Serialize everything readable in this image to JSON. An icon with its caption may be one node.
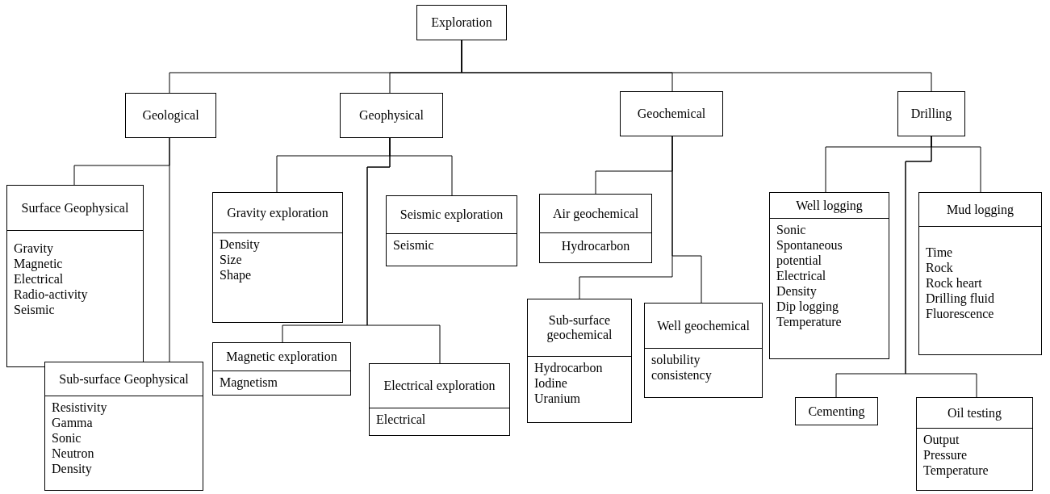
{
  "diagram": {
    "nodes": [
      {
        "text": [
          "Exploration"
        ]
      },
      {
        "text": [
          "Geological"
        ]
      },
      {
        "text": [
          "Geophysical"
        ]
      },
      {
        "text": [
          "Geochemical"
        ]
      },
      {
        "text": [
          "Drilling"
        ]
      },
      {
        "text": [
          "Surface Geophysical",
          "Gravity",
          "Magnetic",
          "Electrical",
          "Radio-activity",
          "Seismic"
        ]
      },
      {
        "text": [
          "Sub-surface Geophysical",
          "Resistivity",
          "Gamma",
          "Sonic",
          "Neutron",
          "Density"
        ]
      },
      {
        "text": [
          "Gravity exploration",
          "Density",
          "Size",
          "Shape"
        ]
      },
      {
        "text": [
          "Seismic exploration",
          "Seismic"
        ]
      },
      {
        "text": [
          "Magnetic exploration",
          "Magnetism"
        ]
      },
      {
        "text": [
          "Electrical exploration",
          "Electrical"
        ]
      },
      {
        "text": [
          "Air geochemical",
          "Hydrocarbon"
        ]
      },
      {
        "text": [
          "Sub-surface geochemical",
          "Hydrocarbon",
          "Iodine",
          "Uranium"
        ]
      },
      {
        "text": [
          "Well geochemical",
          "solubility",
          "consistency"
        ]
      },
      {
        "text": [
          "Well logging",
          "Sonic",
          "Spontaneous potential",
          "Electrical",
          "Density",
          "Dip logging",
          "Temperature"
        ]
      },
      {
        "text": [
          "Mud logging",
          "Time",
          "Rock",
          "Rock heart",
          "Drilling fluid",
          "Fluorescence"
        ]
      },
      {
        "text": [
          "Cementing"
        ]
      },
      {
        "text": [
          "Oil testing",
          "Output",
          "Pressure",
          "Temperature"
        ]
      }
    ],
    "edges": [
      {
        "from": 0,
        "to": 1,
        "arrow": "none"
      },
      {
        "from": 0,
        "to": 2,
        "arrow": "none"
      },
      {
        "from": 0,
        "to": 3,
        "arrow": "none"
      },
      {
        "from": 0,
        "to": 4,
        "arrow": "none"
      },
      {
        "from": 1,
        "to": 5,
        "arrow": "none"
      },
      {
        "from": 1,
        "to": 6,
        "arrow": "none"
      },
      {
        "from": 2,
        "to": 7,
        "arrow": "none"
      },
      {
        "from": 2,
        "to": 8,
        "arrow": "none"
      },
      {
        "from": 2,
        "to": 9,
        "arrow": "none"
      },
      {
        "from": 2,
        "to": 10,
        "arrow": "none"
      },
      {
        "from": 3,
        "to": 11,
        "arrow": "none"
      },
      {
        "from": 3,
        "to": 12,
        "arrow": "none"
      },
      {
        "from": 3,
        "to": 13,
        "arrow": "none"
      },
      {
        "from": 4,
        "to": 14,
        "arrow": "none"
      },
      {
        "from": 4,
        "to": 15,
        "arrow": "none"
      },
      {
        "from": 4,
        "to": 16,
        "arrow": "none"
      },
      {
        "from": 4,
        "to": 17,
        "arrow": "none"
      }
    ]
  }
}
